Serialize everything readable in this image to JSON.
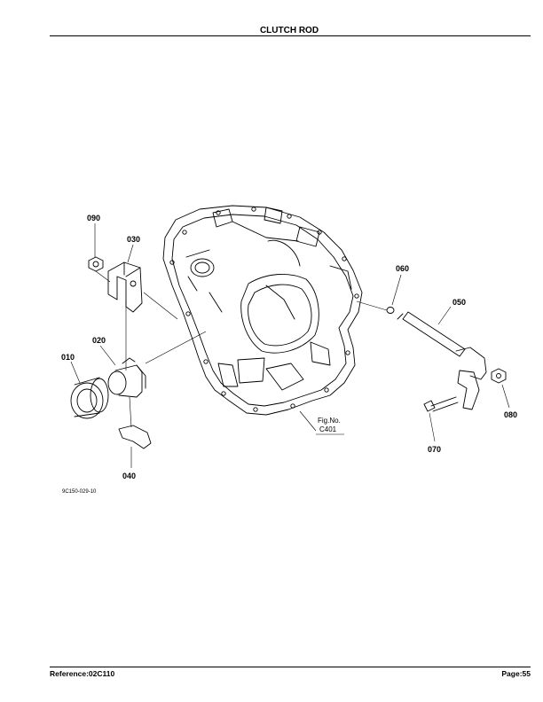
{
  "header": {
    "title": "CLUTCH ROD"
  },
  "footer": {
    "reference": "Reference:02C110",
    "page": "Page:55"
  },
  "diagram": {
    "drawing_id": "9C150-029-10",
    "figure_ref_line1": "Fig.No.",
    "figure_ref_line2": "C401",
    "callouts": {
      "c010": "010",
      "c020": "020",
      "c030": "030",
      "c040": "040",
      "c050": "050",
      "c060": "060",
      "c070": "070",
      "c080": "080",
      "c090": "090"
    }
  }
}
